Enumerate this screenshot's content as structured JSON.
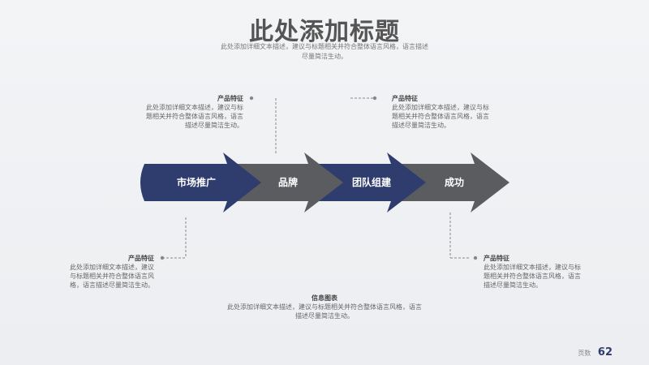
{
  "title": "此处添加标题",
  "subtitle": "此处添加详细文本描述，建议与标题相关并符合整体语言风格，语言描述尽量简洁生动。",
  "arrows": [
    {
      "label": "市场推广",
      "color": "#2f3d6e"
    },
    {
      "label": "品牌",
      "color": "#5b5c5f"
    },
    {
      "label": "团队组建",
      "color": "#2f3d6e"
    },
    {
      "label": "成功",
      "color": "#5b5c5f"
    }
  ],
  "blocks": [
    {
      "title": "产品特征",
      "text": "此处添加详细文本描述，建议与标题相关并符合整体语言风格，语言描述尽量简洁生动。"
    },
    {
      "title": "产品特征",
      "text": "此处添加详细文本描述，建议与标题相关并符合整体语言风格，语言描述尽量简洁生动。"
    },
    {
      "title": "产品特征",
      "text": "此处添加详细文本描述，建议与标题相关并符合整体语言风格，语言描述尽量简洁生动。"
    },
    {
      "title": "产品特征",
      "text": "此处添加详细文本描述，建议与标题相关并符合整体语言风格，语言描述尽量简洁生动。"
    },
    {
      "title": "信息图表",
      "text": "此处添加详细文本描述，建议与标题相关并符合整体语言风格，语言描述尽量简洁生动。"
    }
  ],
  "footer": {
    "label": "页数",
    "page": "62"
  }
}
